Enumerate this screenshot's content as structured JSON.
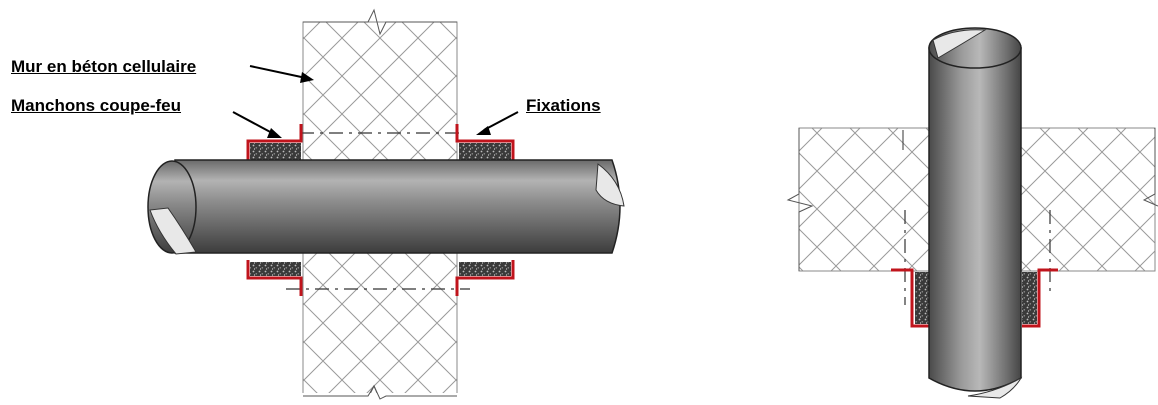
{
  "labels": {
    "wall": "Mur en béton cellulaire",
    "sleeves": "Manchons coupe-feu",
    "fixings": "Fixations"
  },
  "colors": {
    "pipe_dark": "#4a4a4a",
    "pipe_mid": "#8a8a8a",
    "pipe_light": "#cfcfcf",
    "pipe_cut": "#e6e6e6",
    "wall_line": "#9a9a9a",
    "collar_red": "#c0141c",
    "sleeve_fill": "#3a3a3a"
  }
}
